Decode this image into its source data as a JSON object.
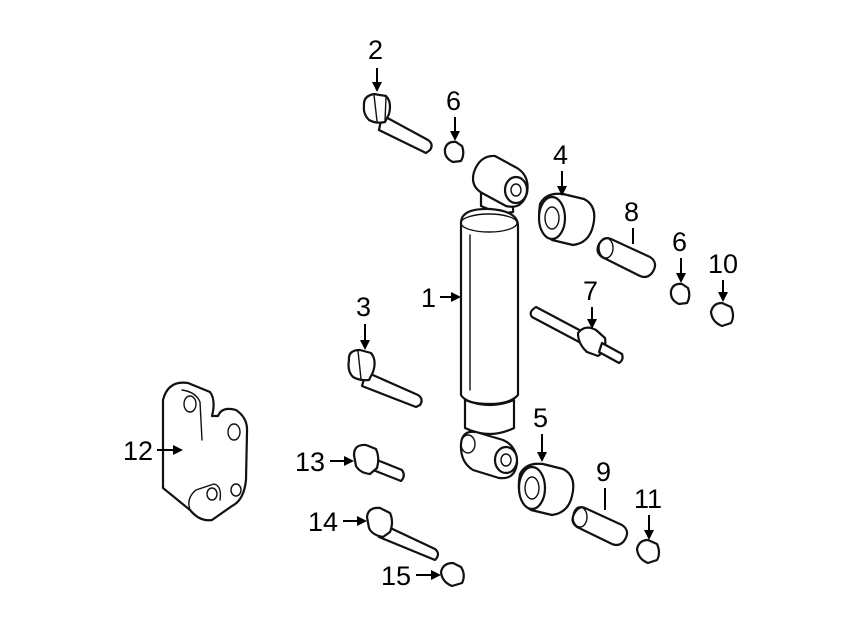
{
  "callouts": [
    {
      "id": "1",
      "label": "1",
      "part": "shock-absorber"
    },
    {
      "id": "2",
      "label": "2",
      "part": "upper-bolt"
    },
    {
      "id": "3",
      "label": "3",
      "part": "lower-bolt"
    },
    {
      "id": "4",
      "label": "4",
      "part": "upper-bushing"
    },
    {
      "id": "5",
      "label": "5",
      "part": "lower-bushing"
    },
    {
      "id": "6a",
      "label": "6",
      "part": "upper-nut"
    },
    {
      "id": "6b",
      "label": "6",
      "part": "nut"
    },
    {
      "id": "7",
      "label": "7",
      "part": "stud"
    },
    {
      "id": "8",
      "label": "8",
      "part": "upper-sleeve"
    },
    {
      "id": "9",
      "label": "9",
      "part": "lower-sleeve"
    },
    {
      "id": "10",
      "label": "10",
      "part": "upper-lock-nut"
    },
    {
      "id": "11",
      "label": "11",
      "part": "lower-lock-nut"
    },
    {
      "id": "12",
      "label": "12",
      "part": "mounting-bracket"
    },
    {
      "id": "13",
      "label": "13",
      "part": "bracket-bolt"
    },
    {
      "id": "14",
      "label": "14",
      "part": "bracket-long-bolt"
    },
    {
      "id": "15",
      "label": "15",
      "part": "bracket-nut"
    }
  ]
}
